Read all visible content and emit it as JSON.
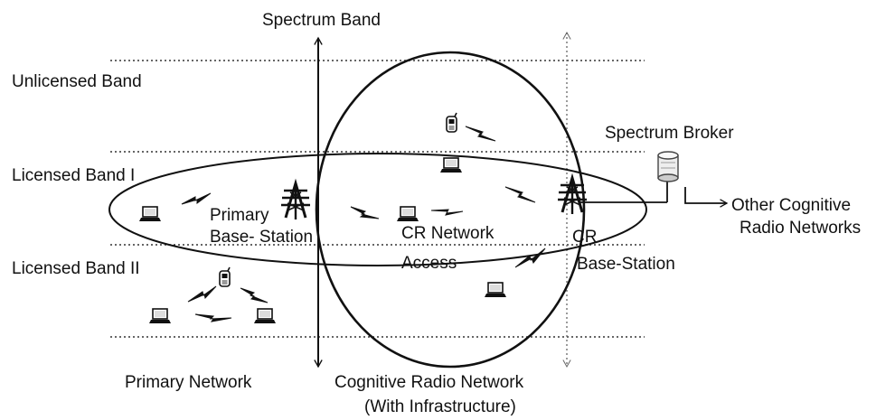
{
  "axis": {
    "title": "Spectrum Band"
  },
  "bands": {
    "unlicensed": "Unlicensed Band",
    "licensed_1": "Licensed Band I",
    "licensed_2": "Licensed Band II"
  },
  "nodes": {
    "primary_bs_line1": "Primary",
    "primary_bs_line2": "Base- Station",
    "cr_access_line1": "CR Network",
    "cr_access_line2": "Access",
    "cr_bs_line1": "CR",
    "cr_bs_line2": "Base-Station",
    "broker": "Spectrum Broker",
    "other_line1": "Other Cognitive",
    "other_line2": "Radio Networks"
  },
  "bottom_labels": {
    "primary_network": "Primary Network",
    "crn_line1": "Cognitive Radio Network",
    "crn_line2": "(With Infrastructure)"
  },
  "colors": {
    "ink": "#111111",
    "background": "#ffffff"
  }
}
